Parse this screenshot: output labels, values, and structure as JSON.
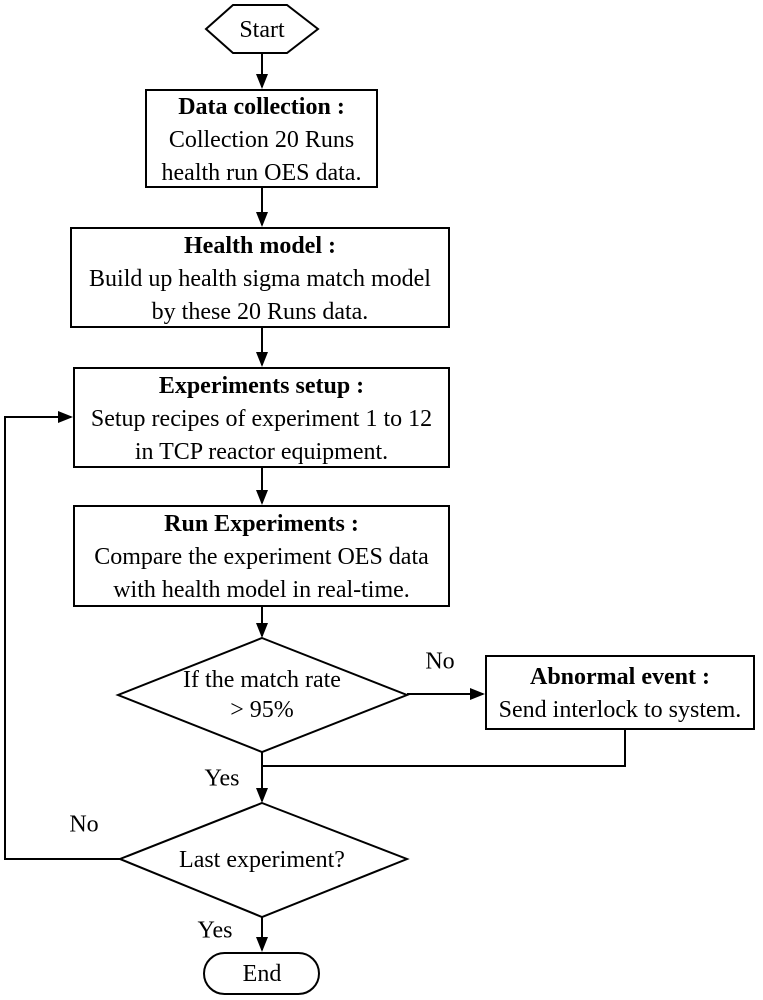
{
  "diagram": {
    "start": {
      "label": "Start"
    },
    "data_collection": {
      "title": "Data collection :",
      "line1": "Collection 20 Runs",
      "line2": "health run OES data."
    },
    "health_model": {
      "title": "Health model :",
      "line1": "Build up health sigma match model",
      "line2": "by these 20 Runs data."
    },
    "experiments_setup": {
      "title": "Experiments setup :",
      "line1": "Setup recipes of experiment 1 to 12",
      "line2": "in TCP reactor equipment."
    },
    "run_experiments": {
      "title": "Run Experiments :",
      "line1": "Compare the experiment OES data",
      "line2": "with health model in real-time."
    },
    "match_rate_decision": {
      "line1": "If the match rate",
      "line2": "> 95%"
    },
    "abnormal_event": {
      "title": "Abnormal event :",
      "line1": "Send interlock to system."
    },
    "last_experiment_decision": {
      "label": "Last experiment?"
    },
    "end": {
      "label": "End"
    },
    "edge_labels": {
      "match_no": "No",
      "match_yes": "Yes",
      "last_no": "No",
      "last_yes": "Yes"
    },
    "colors": {
      "stroke": "#000000",
      "fill": "#ffffff",
      "background": "#ffffff"
    }
  }
}
